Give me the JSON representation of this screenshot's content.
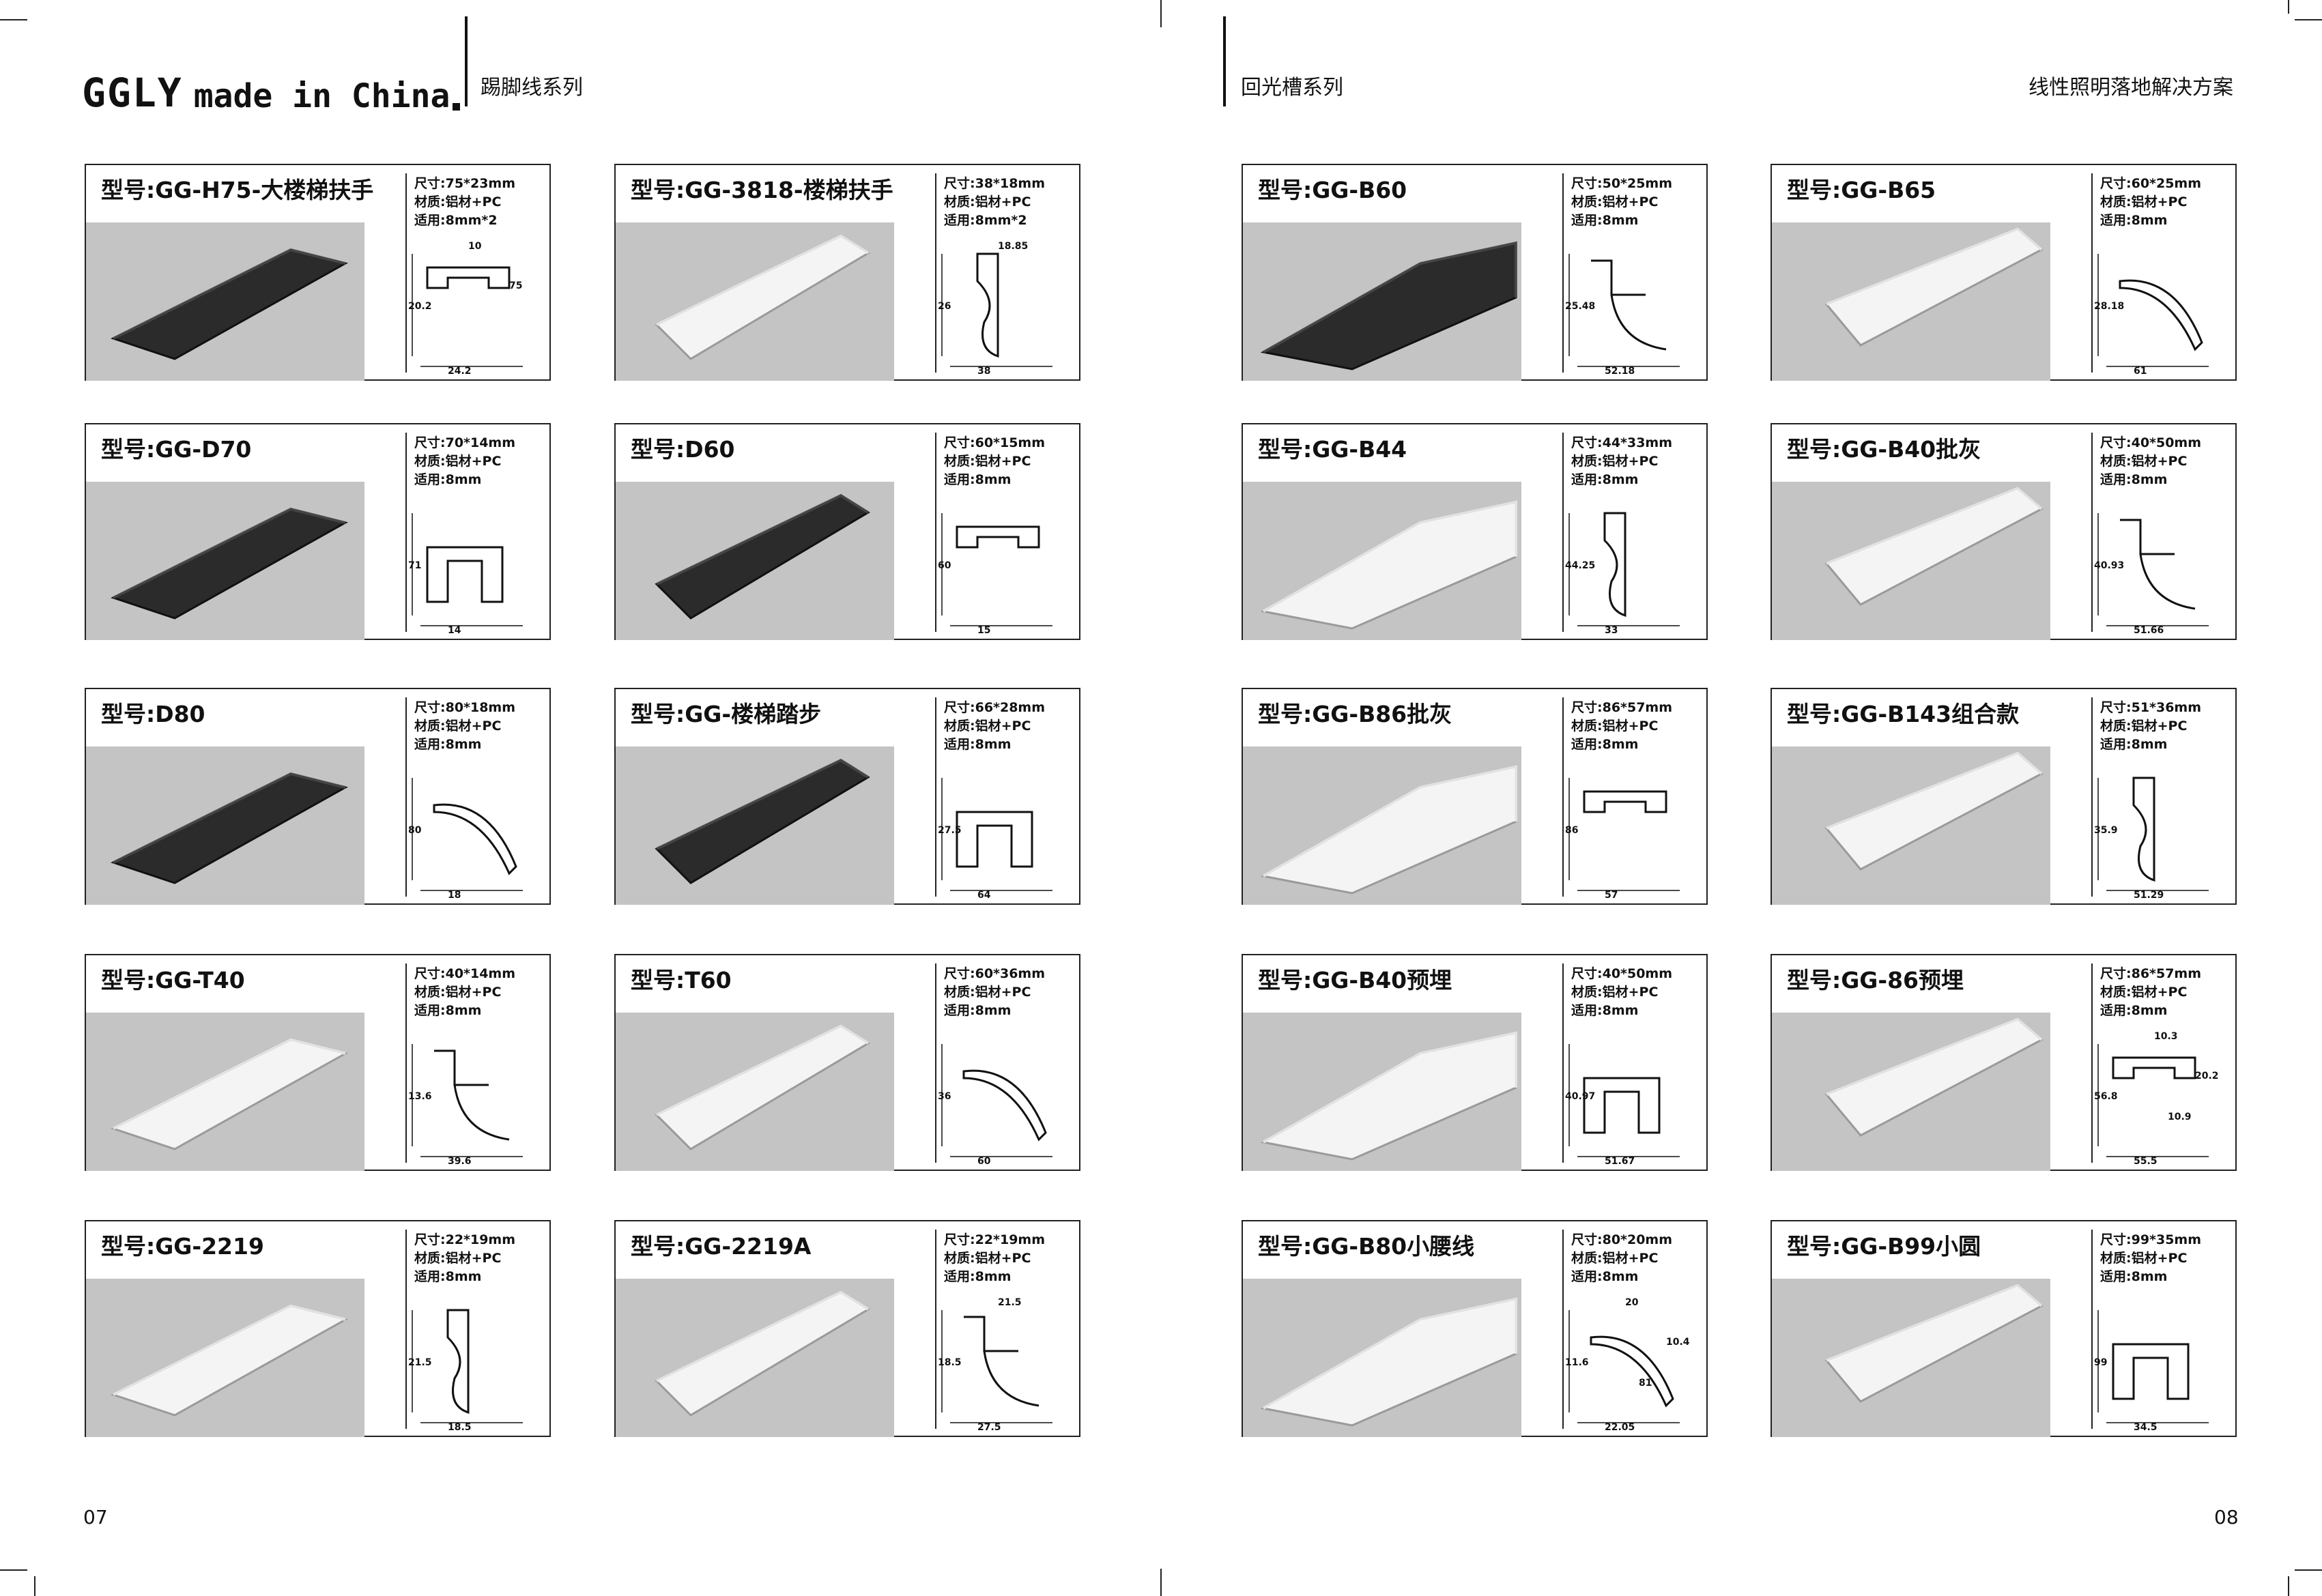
{
  "header_left": {
    "brand_main": "GGLY",
    "brand_sub": "made in China",
    "series": "踢脚线系列"
  },
  "header_right": {
    "series": "回光槽系列",
    "slogan": "线性照明落地解决方案"
  },
  "footer": {
    "left_page": "07",
    "right_page": "08"
  },
  "spec_labels": {
    "size": "尺寸:",
    "material": "材质:",
    "usage": "适用:"
  },
  "products": [
    {
      "model": "型号:GG-H75-大楼梯扶手",
      "size": "75*23mm",
      "material": "铝材+PC",
      "usage": "8mm*2",
      "photo": "dark",
      "dims": [
        "24.2",
        "20.2",
        "10",
        "75"
      ]
    },
    {
      "model": "型号:GG-3818-楼梯扶手",
      "size": "38*18mm",
      "material": "铝材+PC",
      "usage": "8mm*2",
      "photo": "light",
      "dims": [
        "38",
        "26",
        "18.85"
      ]
    },
    {
      "model": "型号:GG-B60",
      "size": "50*25mm",
      "material": "铝材+PC",
      "usage": "8mm",
      "photo": "dark",
      "dims": [
        "52.18",
        "25.48"
      ]
    },
    {
      "model": "型号:GG-B65",
      "size": "60*25mm",
      "material": "铝材+PC",
      "usage": "8mm",
      "photo": "light",
      "dims": [
        "61",
        "28.18"
      ]
    },
    {
      "model": "型号:GG-D70",
      "size": "70*14mm",
      "material": "铝材+PC",
      "usage": "8mm",
      "photo": "dark",
      "dims": [
        "14",
        "71"
      ]
    },
    {
      "model": "型号:D60",
      "size": "60*15mm",
      "material": "铝材+PC",
      "usage": "8mm",
      "photo": "dark",
      "dims": [
        "15",
        "60"
      ]
    },
    {
      "model": "型号:GG-B44",
      "size": "44*33mm",
      "material": "铝材+PC",
      "usage": "8mm",
      "photo": "light",
      "dims": [
        "33",
        "44.25"
      ]
    },
    {
      "model": "型号:GG-B40批灰",
      "size": "40*50mm",
      "material": "铝材+PC",
      "usage": "8mm",
      "photo": "light",
      "dims": [
        "51.66",
        "40.93"
      ]
    },
    {
      "model": "型号:D80",
      "size": "80*18mm",
      "material": "铝材+PC",
      "usage": "8mm",
      "photo": "dark",
      "dims": [
        "18",
        "80"
      ]
    },
    {
      "model": "型号:GG-楼梯踏步",
      "size": "66*28mm",
      "material": "铝材+PC",
      "usage": "8mm",
      "photo": "dark",
      "dims": [
        "64",
        "27.5"
      ]
    },
    {
      "model": "型号:GG-B86批灰",
      "size": "86*57mm",
      "material": "铝材+PC",
      "usage": "8mm",
      "photo": "light",
      "dims": [
        "57",
        "86"
      ]
    },
    {
      "model": "型号:GG-B143组合款",
      "size": "51*36mm",
      "material": "铝材+PC",
      "usage": "8mm",
      "photo": "light",
      "dims": [
        "51.29",
        "35.9"
      ]
    },
    {
      "model": "型号:GG-T40",
      "size": "40*14mm",
      "material": "铝材+PC",
      "usage": "8mm",
      "photo": "light",
      "dims": [
        "39.6",
        "13.6"
      ]
    },
    {
      "model": "型号:T60",
      "size": "60*36mm",
      "material": "铝材+PC",
      "usage": "8mm",
      "photo": "light",
      "dims": [
        "60",
        "36"
      ]
    },
    {
      "model": "型号:GG-B40预埋",
      "size": "40*50mm",
      "material": "铝材+PC",
      "usage": "8mm",
      "photo": "light",
      "dims": [
        "51.67",
        "40.97"
      ]
    },
    {
      "model": "型号:GG-86预埋",
      "size": "86*57mm",
      "material": "铝材+PC",
      "usage": "8mm",
      "photo": "light",
      "dims": [
        "55.5",
        "56.8",
        "10.3",
        "20.2",
        "10.9"
      ]
    },
    {
      "model": "型号:GG-2219",
      "size": "22*19mm",
      "material": "铝材+PC",
      "usage": "8mm",
      "photo": "light",
      "dims": [
        "18.5",
        "21.5"
      ]
    },
    {
      "model": "型号:GG-2219A",
      "size": "22*19mm",
      "material": "铝材+PC",
      "usage": "8mm",
      "photo": "light",
      "dims": [
        "27.5",
        "18.5",
        "21.5"
      ]
    },
    {
      "model": "型号:GG-B80小腰线",
      "size": "80*20mm",
      "material": "铝材+PC",
      "usage": "8mm",
      "photo": "light",
      "dims": [
        "22.05",
        "11.6",
        "20",
        "10.4",
        "81"
      ]
    },
    {
      "model": "型号:GG-B99小圆",
      "size": "99*35mm",
      "material": "铝材+PC",
      "usage": "8mm",
      "photo": "light",
      "dims": [
        "34.5",
        "99"
      ]
    }
  ]
}
